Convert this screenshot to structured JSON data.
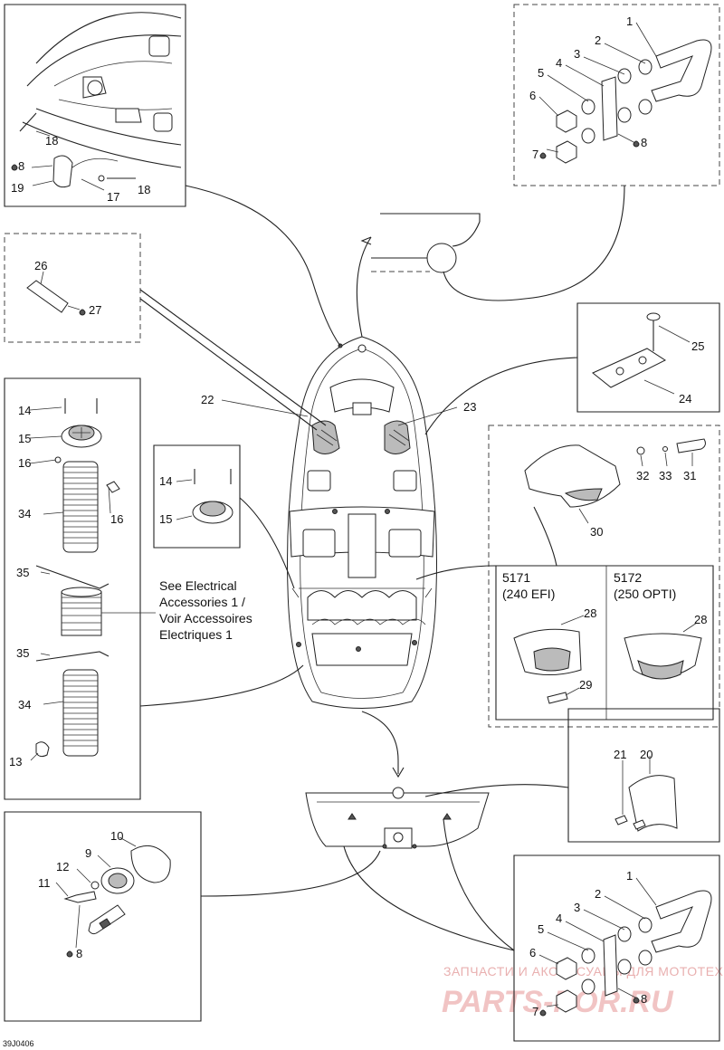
{
  "diagram": {
    "doc_code": "39J0406",
    "note": {
      "line1": "See Electrical",
      "line2": "Accessories 1 /",
      "line3": "Voir Accessoires",
      "line4": "Electriques 1"
    },
    "variants": {
      "left_code": "5171",
      "left_desc": "(240 EFI)",
      "right_code": "5172",
      "right_desc": "(250 OPTI)"
    },
    "watermark": {
      "line1": "ЗАПЧАСТИ И АКСЕССУАРЫ ДЛЯ МОТОТЕХНИКИ",
      "line2": "PARTS-POR.RU"
    },
    "callouts": {
      "tl": [
        "18",
        "8",
        "19",
        "17",
        "18"
      ],
      "tr": [
        "1",
        "2",
        "3",
        "4",
        "5",
        "6",
        "7",
        "8"
      ],
      "l26": [
        "26",
        "27"
      ],
      "lstack": [
        "14",
        "15",
        "16",
        "34",
        "16",
        "35",
        "35",
        "34",
        "13"
      ],
      "mid": [
        "14",
        "15"
      ],
      "hull": [
        "22",
        "23"
      ],
      "r25": [
        "25",
        "24"
      ],
      "r30": [
        "32",
        "33",
        "31",
        "30",
        "28",
        "29",
        "28"
      ],
      "r20": [
        "21",
        "20"
      ],
      "bl": [
        "10",
        "9",
        "12",
        "11",
        "8"
      ],
      "br": [
        "1",
        "2",
        "3",
        "4",
        "5",
        "6",
        "7",
        "8"
      ]
    }
  }
}
